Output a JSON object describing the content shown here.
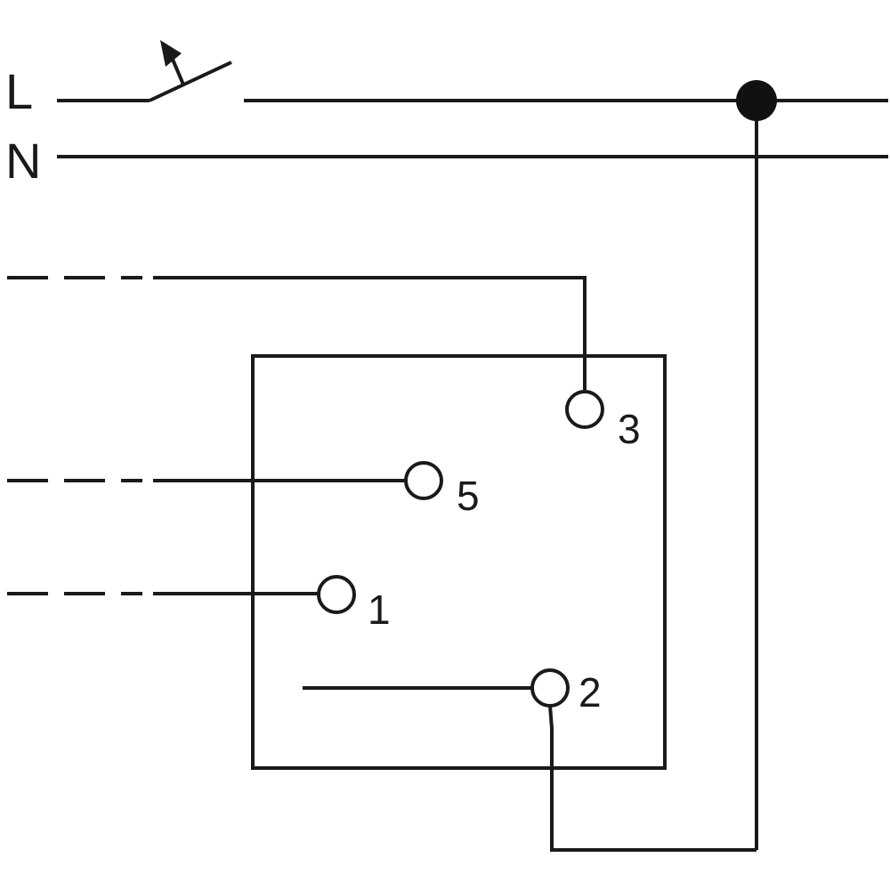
{
  "lines": {
    "phase": "L",
    "neutral": "N"
  },
  "terminals": {
    "t3": "3",
    "t5": "5",
    "t1": "1",
    "t2": "2"
  },
  "colors": {
    "stroke": "#1a1a1a",
    "background": "#ffffff"
  }
}
